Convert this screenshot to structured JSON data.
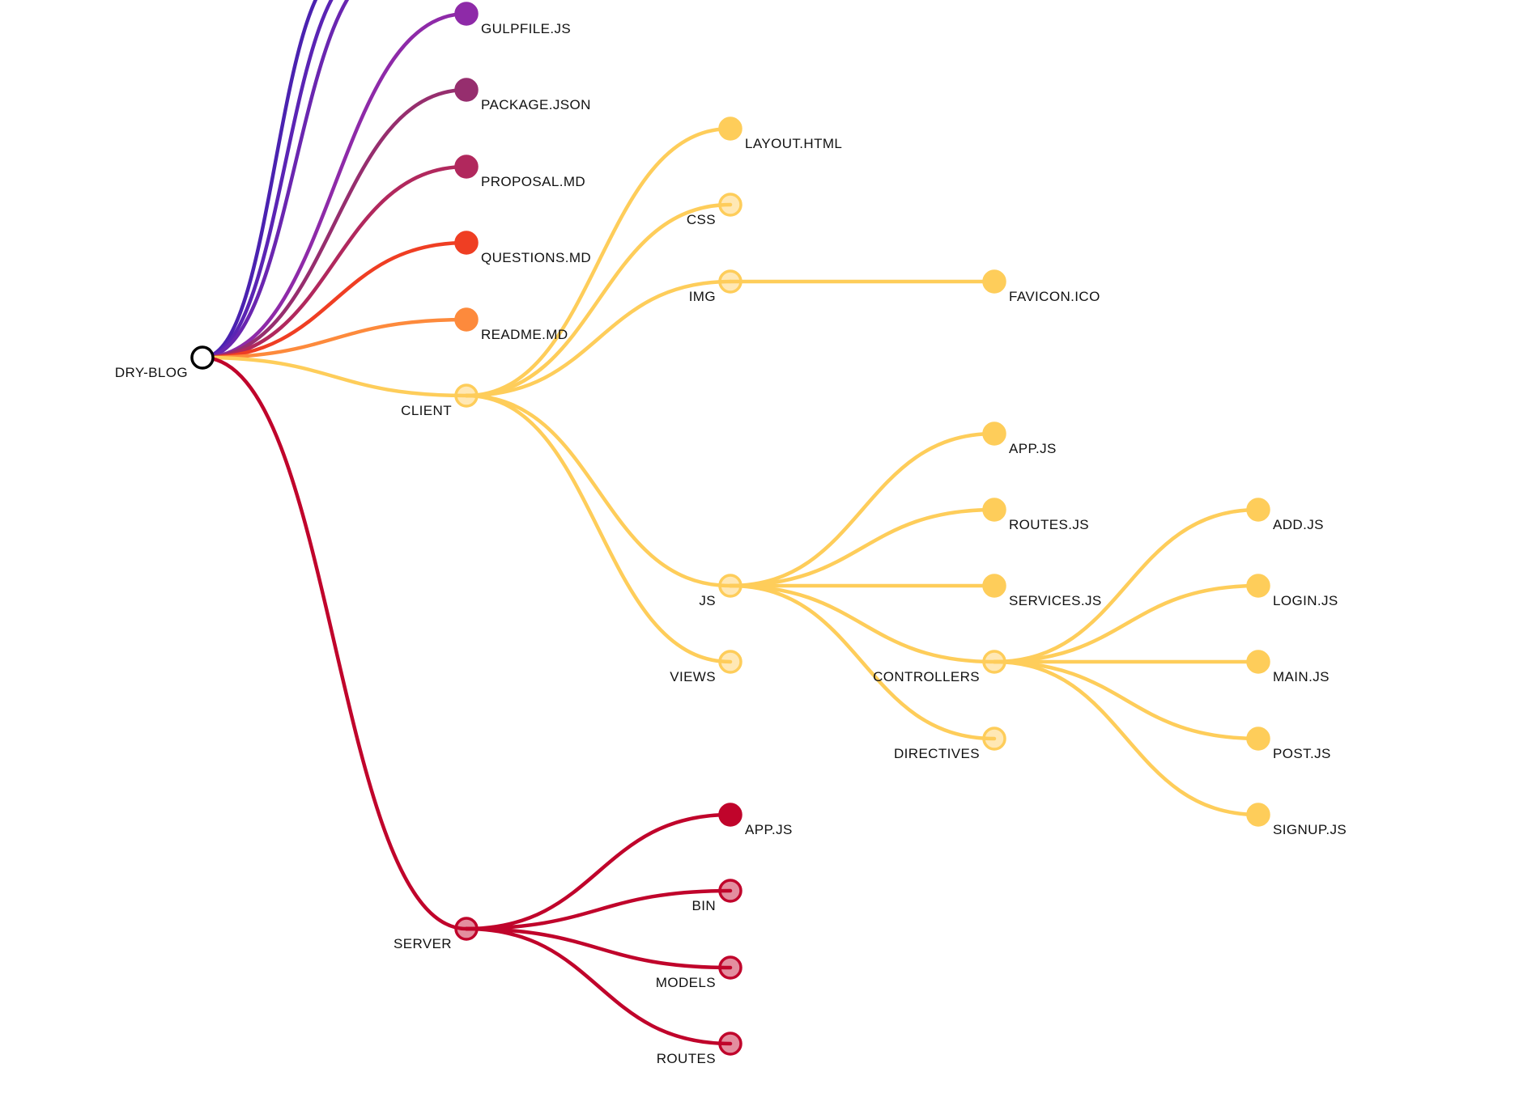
{
  "diagram": {
    "root": {
      "label": "DRY-BLOG",
      "color": "#000000",
      "fill": "#ffffff"
    },
    "nodes": [
      {
        "id": "gulpfile",
        "label": "GULPFILE.JS",
        "parent": "root",
        "color": "#8e2aa8",
        "type": "file"
      },
      {
        "id": "package",
        "label": "PACKAGE.JSON",
        "parent": "root",
        "color": "#962e6e",
        "type": "file"
      },
      {
        "id": "proposal",
        "label": "PROPOSAL.MD",
        "parent": "root",
        "color": "#b1285d",
        "type": "file"
      },
      {
        "id": "questions",
        "label": "QUESTIONS.MD",
        "parent": "root",
        "color": "#ef3e23",
        "type": "file"
      },
      {
        "id": "readme",
        "label": "README.MD",
        "parent": "root",
        "color": "#fd8a3c",
        "type": "file"
      },
      {
        "id": "client",
        "label": "CLIENT",
        "parent": "root",
        "color": "#fecd5a",
        "type": "folder"
      },
      {
        "id": "layout",
        "label": "LAYOUT.HTML",
        "parent": "client",
        "color": "#fecd5a",
        "type": "file"
      },
      {
        "id": "css",
        "label": "CSS",
        "parent": "client",
        "color": "#fecd5a",
        "type": "folder"
      },
      {
        "id": "img",
        "label": "IMG",
        "parent": "client",
        "color": "#fecd5a",
        "type": "folder"
      },
      {
        "id": "favicon",
        "label": "FAVICON.ICO",
        "parent": "img",
        "color": "#fecd5a",
        "type": "file"
      },
      {
        "id": "js",
        "label": "JS",
        "parent": "client",
        "color": "#fecd5a",
        "type": "folder"
      },
      {
        "id": "views",
        "label": "VIEWS",
        "parent": "client",
        "color": "#fecd5a",
        "type": "folder"
      },
      {
        "id": "appjs",
        "label": "APP.JS",
        "parent": "js",
        "color": "#fecd5a",
        "type": "file"
      },
      {
        "id": "routesjs",
        "label": "ROUTES.JS",
        "parent": "js",
        "color": "#fecd5a",
        "type": "file"
      },
      {
        "id": "servicesjs",
        "label": "SERVICES.JS",
        "parent": "js",
        "color": "#fecd5a",
        "type": "file"
      },
      {
        "id": "controllers",
        "label": "CONTROLLERS",
        "parent": "js",
        "color": "#fecd5a",
        "type": "folder"
      },
      {
        "id": "directives",
        "label": "DIRECTIVES",
        "parent": "js",
        "color": "#fecd5a",
        "type": "folder"
      },
      {
        "id": "addjs",
        "label": "ADD.JS",
        "parent": "controllers",
        "color": "#fecd5a",
        "type": "file"
      },
      {
        "id": "loginjs",
        "label": "LOGIN.JS",
        "parent": "controllers",
        "color": "#fecd5a",
        "type": "file"
      },
      {
        "id": "mainjs",
        "label": "MAIN.JS",
        "parent": "controllers",
        "color": "#fecd5a",
        "type": "file"
      },
      {
        "id": "postjs",
        "label": "POST.JS",
        "parent": "controllers",
        "color": "#fecd5a",
        "type": "file"
      },
      {
        "id": "signupjs",
        "label": "SIGNUP.JS",
        "parent": "controllers",
        "color": "#fecd5a",
        "type": "file"
      },
      {
        "id": "server",
        "label": "SERVER",
        "parent": "root",
        "color": "#c0042b",
        "type": "folder"
      },
      {
        "id": "serverapp",
        "label": "APP.JS",
        "parent": "server",
        "color": "#c0042b",
        "type": "file"
      },
      {
        "id": "bin",
        "label": "BIN",
        "parent": "server",
        "color": "#c0042b",
        "type": "folder"
      },
      {
        "id": "models",
        "label": "MODELS",
        "parent": "server",
        "color": "#c0042b",
        "type": "folder"
      },
      {
        "id": "routes",
        "label": "ROUTES",
        "parent": "server",
        "color": "#c0042b",
        "type": "folder"
      }
    ],
    "offscreen_branch_colors": [
      "#4a22b0",
      "#5a24b4",
      "#6a26b0"
    ],
    "folder_fill_opacity": 0.45
  }
}
